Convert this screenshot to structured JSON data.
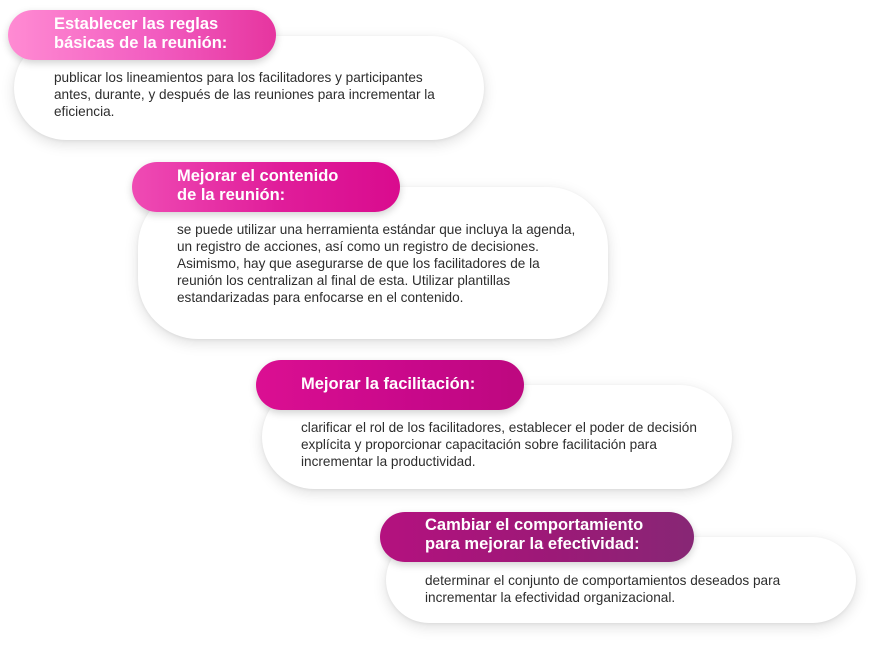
{
  "steps": [
    {
      "title": "Establecer las reglas\nbásicas de la reunión:",
      "text": "publicar los lineamientos para los facilitadores y participantes antes, durante, y después de las reuniones para incrementar la eficiencia."
    },
    {
      "title": "Mejorar el contenido\nde la reunión:",
      "text": "se puede utilizar una herramienta estándar que incluya la agenda, un registro de acciones, así como un registro de decisiones. Asimismo, hay que asegurarse de que los facilitadores de la reunión los centralizan al final de esta. Utilizar plantillas estandarizadas para enfocarse en el contenido."
    },
    {
      "title": "Mejorar la facilitación:",
      "text": "clarificar el rol de los facilitadores, establecer el poder de decisión explícita y proporcionar capacitación sobre facilitación para incrementar la productividad."
    },
    {
      "title": "Cambiar el comportamiento\npara mejorar la efectividad:",
      "text": "determinar el conjunto de comportamientos deseados para incrementar la efectividad organizacional."
    }
  ],
  "colors": {
    "step1": "#f25cc0",
    "step2": "#e01d9a",
    "step3": "#c8088a",
    "step4": "#9c1977",
    "text": "#2d2d2d",
    "card": "#ffffff"
  }
}
